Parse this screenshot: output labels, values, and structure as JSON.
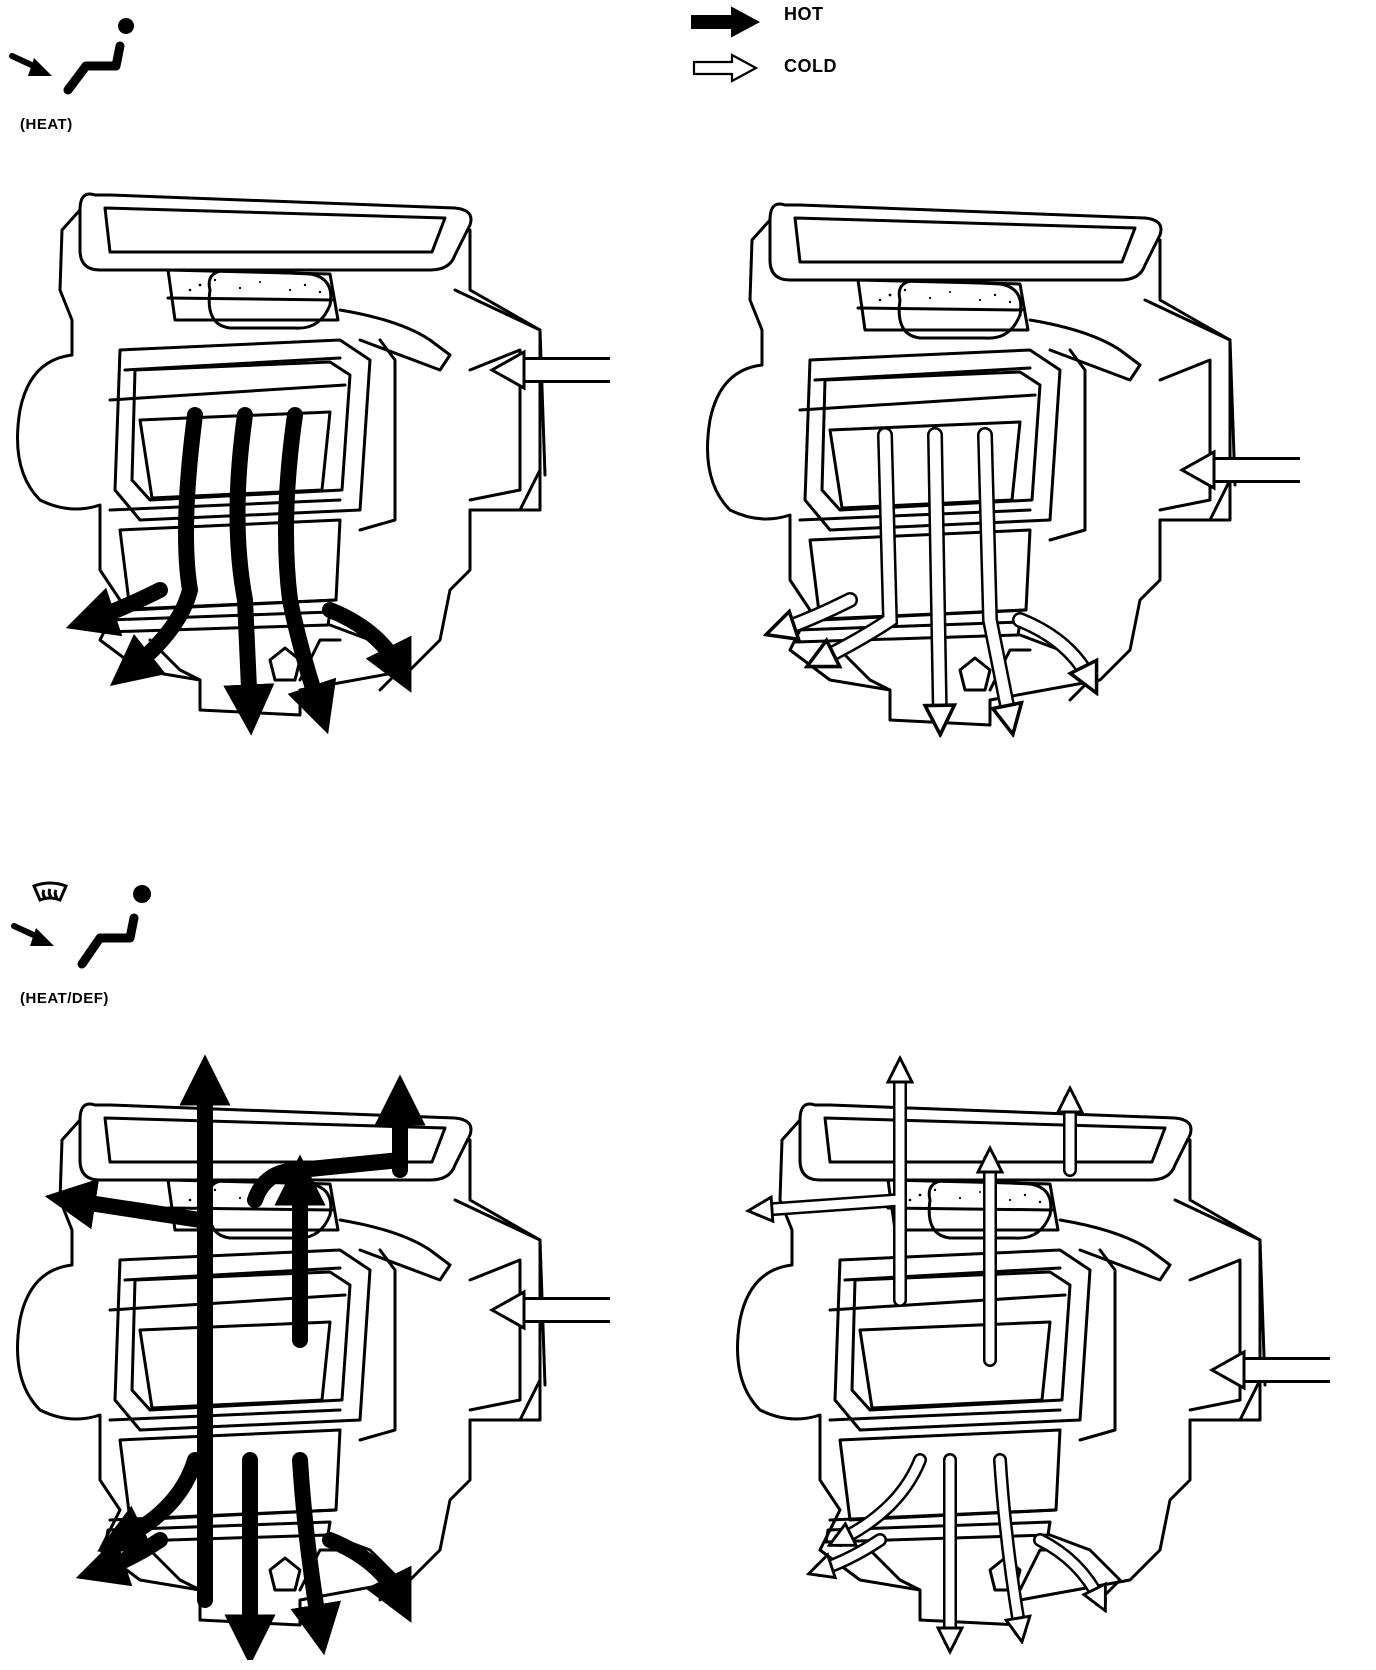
{
  "legend": {
    "hot_label": "HOT",
    "cold_label": "COLD",
    "hot_color": "#000000",
    "cold_color": "#ffffff"
  },
  "modes": [
    {
      "label": "(HEAT)",
      "icons": [
        "airflow-arrow-icon",
        "seated-passenger-icon"
      ]
    },
    {
      "label": "(HEAT/DEF)",
      "icons": [
        "windshield-defrost-icon",
        "airflow-arrow-icon",
        "seated-passenger-icon"
      ]
    }
  ],
  "diagrams": [
    {
      "mode": "(HEAT)",
      "air": "HOT"
    },
    {
      "mode": "(HEAT)",
      "air": "COLD"
    },
    {
      "mode": "(HEAT/DEF)",
      "air": "HOT"
    },
    {
      "mode": "(HEAT/DEF)",
      "air": "COLD"
    }
  ]
}
